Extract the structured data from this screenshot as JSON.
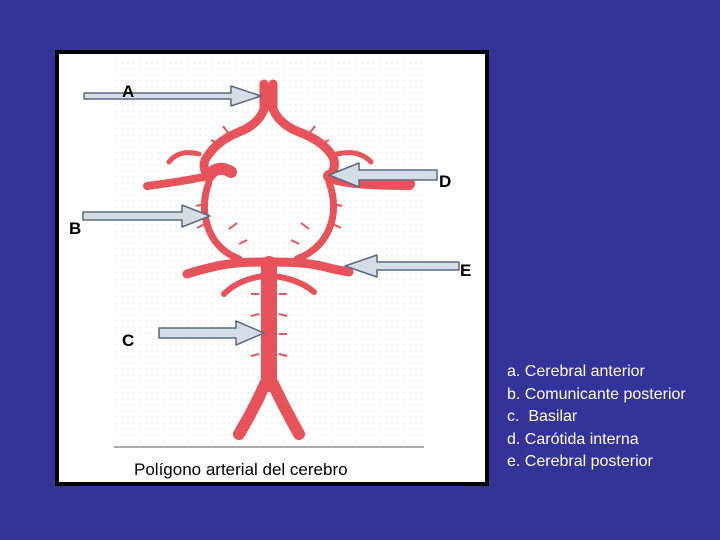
{
  "figure": {
    "caption": "Polígono arterial del cerebro",
    "labels": [
      "A",
      "B",
      "C",
      "D",
      "E"
    ]
  },
  "legend": {
    "items": [
      "a. Cerebral anterior",
      "b. Comunicante posterior",
      "c.  Basilar",
      "d. Carótida interna",
      "e. Cerebral posterior"
    ]
  },
  "colors": {
    "background": "#333399",
    "frame": "#ffffff",
    "artery": "#e8525a",
    "arrow_fill": "#d5dde6",
    "legend_text": "#ffffff"
  }
}
